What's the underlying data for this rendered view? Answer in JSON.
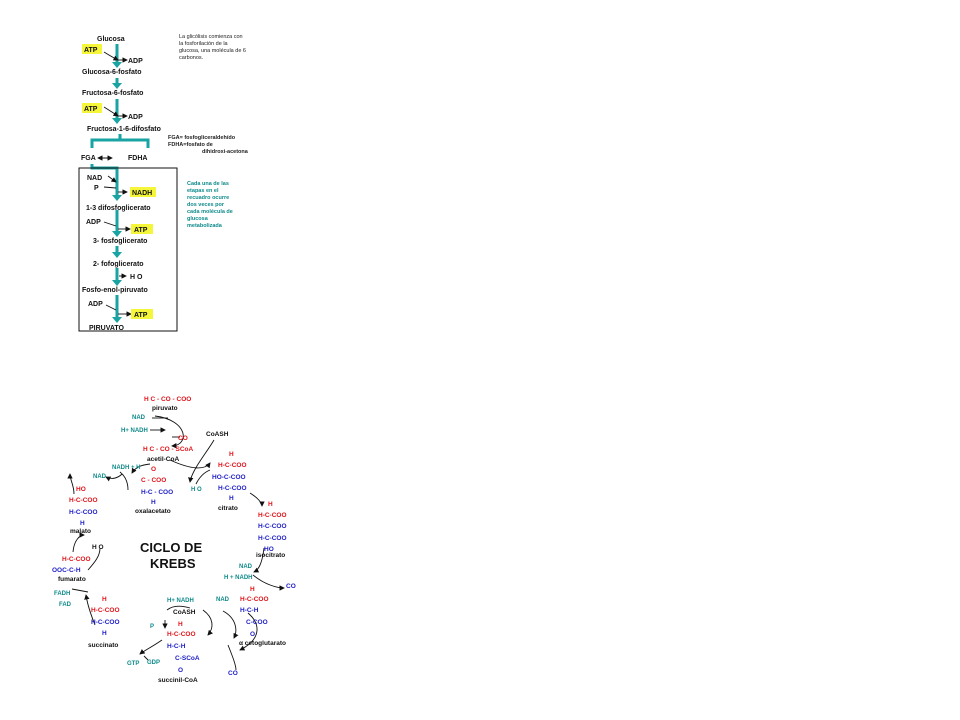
{
  "glycolysis": {
    "glucosa": "Glucosa",
    "atp1": "ATP",
    "adp1": "ADP",
    "g6p": "Glucosa-6-fosfato",
    "f6p": "Fructosa-6-fosfato",
    "atp2": "ATP",
    "adp2": "ADP",
    "f16dp": "Fructosa-1-6-difosfato",
    "fga": "FGA",
    "fdha": "FDHA",
    "nad": "NAD",
    "pi": "P",
    "nadh": "NADH",
    "dpg": "1-3 difosfoglicerato",
    "adp3": "ADP",
    "atp3": "ATP",
    "pg3": "3- fosfoglicerato",
    "pg2": "2- fofoglicerato",
    "h2o": "H O",
    "pep": "Fosfo-enol-piruvato",
    "adp4": "ADP",
    "atp4": "ATP",
    "piruvato": "PIRUVATO",
    "note_intro": [
      "La glicólisis comienza con",
      "la fosforilación de la",
      "glucosa, una molécula de 6",
      "carbonos."
    ],
    "note_defs": [
      "FGA= fosfogliceraldehído",
      "FDHA=fosfato de",
      "dihidroxi-acetona"
    ],
    "note_box": [
      "Cada una de las",
      "etapas en el",
      "recuadro ocurre",
      "dos veces por",
      "cada molécula de",
      "glucosa",
      "metabolizada"
    ]
  },
  "krebs": {
    "title_line1": "CICLO DE",
    "title_line2": "KREBS",
    "piruvato_formula": "H C - CO - COO",
    "piruvato": "piruvato",
    "nad_a": "NAD",
    "h_nadh_a": "H+ NADH",
    "co2_a": "CO",
    "coash_a": "CoASH",
    "acetil_formula": "H C - CO - SCoA",
    "acetilcoa": "acetil-CoA",
    "nadh_h": "NADH + H",
    "nad_b": "NAD",
    "oxalacetato": "oxalacetato",
    "h2o_a": "H O",
    "citrato": "citrato",
    "isocitrato": "isocitrato",
    "nad_c": "NAD",
    "h_nadh_c": "H + NADH",
    "co2_c": "CO",
    "malato": "malato",
    "h2o_b": "H O",
    "fumarato": "fumarato",
    "fadh2": "FADH",
    "fad": "FAD",
    "succinato": "succinato",
    "gtp": "GTP",
    "gdp": "GDP",
    "pi": "P",
    "coash_b": "CoASH",
    "h_nadh_d": "H+ NADH",
    "nad_d": "NAD",
    "succinilcoa": "succinil-CoA",
    "cetoglutarato": "α cetoglutarato",
    "co2_d": "CO"
  },
  "colors": {
    "teal_arrow": "#1aa3a3",
    "highlight": "#f5f53a",
    "red": "#e0141a",
    "blue": "#2020c8",
    "teal_text": "#0e8a8a"
  }
}
